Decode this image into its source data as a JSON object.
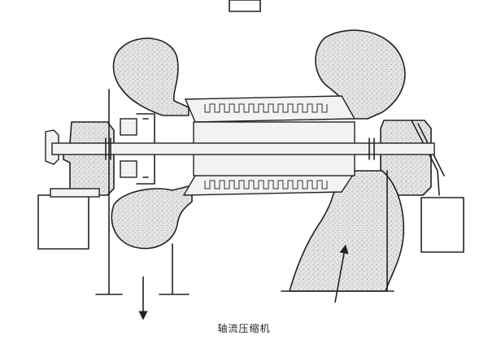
{
  "figure": {
    "tab_marker": "",
    "caption": "轴流压缩机"
  },
  "flow": {
    "outlet_direction": "down",
    "inlet_direction": "up"
  },
  "colors": {
    "ink": "#222222",
    "stipple": "#bdbdbd",
    "paper": "#ffffff"
  }
}
